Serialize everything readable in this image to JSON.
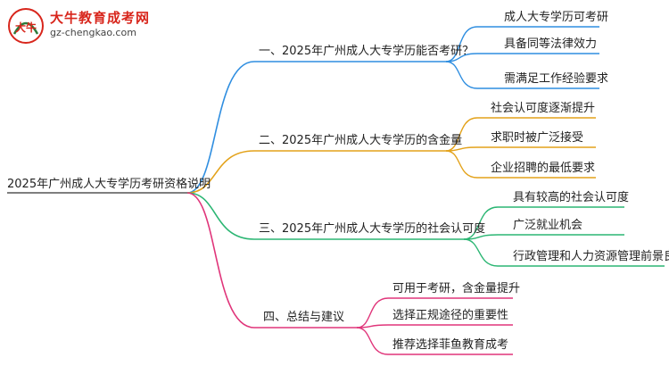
{
  "brand": {
    "name": "大牛教育成考网",
    "url": "gz-chengkao.com",
    "logo_glyphs": "大牛"
  },
  "mindmap": {
    "root": "2025年广州成人大专学历考研资格说明",
    "branches": [
      {
        "label": "一、2025年广州成人大专学历能否考研？",
        "color": "#2f8ee0",
        "children": [
          "成人大专学历可考研",
          "具备同等法律效力",
          "需满足工作经验要求"
        ]
      },
      {
        "label": "二、2025年广州成人大专学历的含金量",
        "color": "#e3a21a",
        "children": [
          "社会认可度逐渐提升",
          "求职时被广泛接受",
          "企业招聘的最低要求"
        ]
      },
      {
        "label": "三、2025年广州成人大专学历的社会认可度",
        "color": "#2bb673",
        "children": [
          "具有较高的社会认可度",
          "广泛就业机会",
          "行政管理和人力资源管理前景良好"
        ]
      },
      {
        "label": "四、总结与建议",
        "color": "#e0357a",
        "children": [
          "可用于考研，含金量提升",
          "选择正规途径的重要性",
          "推荐选择菲鱼教育成考"
        ]
      }
    ]
  }
}
